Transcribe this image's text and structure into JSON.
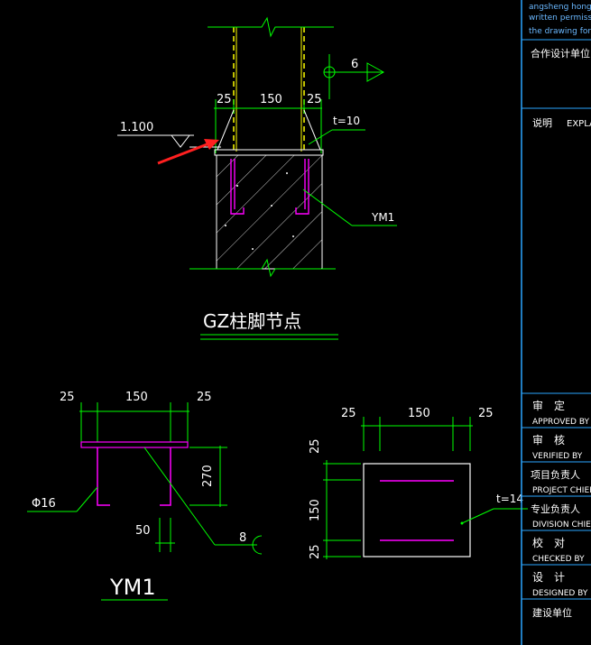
{
  "colors": {
    "background": "#000000",
    "dimension": "#00ff00",
    "column_line": "#ffff00",
    "rebar": "#ff00ff",
    "outline": "#ffffff",
    "titleblock_border": "#2aa6ff",
    "titleblock_text": "#ffffff",
    "arrow": "#ff2020",
    "leader": "#00ff00"
  },
  "top_detail": {
    "elevation": "1.100",
    "dims": [
      "25",
      "150",
      "25"
    ],
    "plate_thickness": "t=10",
    "label_ym": "YM1",
    "grid_tag": "6",
    "title": "GZ柱脚节点"
  },
  "ym1_elevation": {
    "dims": [
      "25",
      "150",
      "25"
    ],
    "height": "270",
    "bar_spacing": "50",
    "bar_label": "Φ16",
    "weld_size": "8",
    "title": "YM1"
  },
  "ym1_plan": {
    "top_dims": [
      "25",
      "150",
      "25"
    ],
    "side_dims": [
      "25",
      "150",
      "25"
    ],
    "plate_thickness": "t=14"
  },
  "title_block": {
    "notice_lines": [
      "angsheng hongy",
      "written permissio",
      "the drawing for"
    ],
    "cooperate_unit": "合作设计单位",
    "explanation_cn": "说明",
    "explanation_en": "EXPLA",
    "rows": [
      {
        "cn": "审　定",
        "en": "APPROVED BY"
      },
      {
        "cn": "审　核",
        "en": "VERIFIED BY"
      },
      {
        "cn": "项目负责人",
        "en": "PROJECT CHIEF"
      },
      {
        "cn": "专业负责人",
        "en": "DIVISION CHIEF"
      },
      {
        "cn": "校　对",
        "en": "CHECKED BY"
      },
      {
        "cn": "设　计",
        "en": "DESIGNED BY"
      }
    ],
    "client_unit": "建设单位"
  }
}
